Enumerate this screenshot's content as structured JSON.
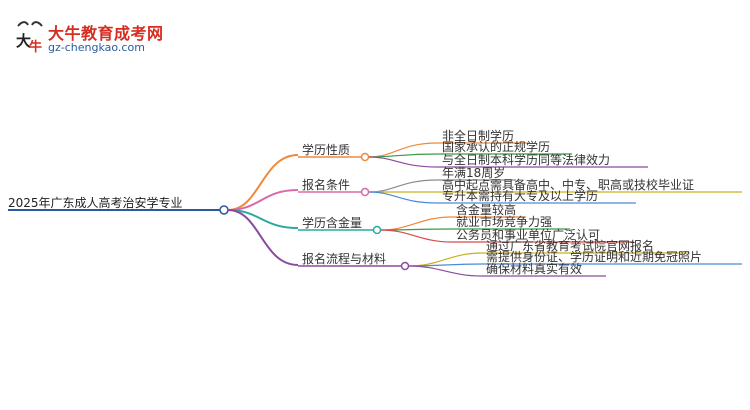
{
  "brand": {
    "name": "大牛教育成考网",
    "url": "gz-chengkao.com",
    "mark_text": "大牛"
  },
  "mindmap": {
    "root": "2025年广东成人高考治安学专业",
    "branches": [
      {
        "label": "学历性质",
        "color": "#f0883a",
        "children": [
          {
            "label": "非全日制学历",
            "color": "#f0883a"
          },
          {
            "label": "国家承认的正规学历",
            "color": "#3a9a4a"
          },
          {
            "label": "与全日制本科学历同等法律效力",
            "color": "#8a4a9e"
          }
        ]
      },
      {
        "label": "报名条件",
        "color": "#d86aa8",
        "children": [
          {
            "label": "年满18周岁",
            "color": "#8a8a8a"
          },
          {
            "label": "高中起点需具备高中、中专、职高或技校毕业证",
            "color": "#c9b21e"
          },
          {
            "label": "专升本需持有大专及以上学历",
            "color": "#4a8ad8"
          }
        ]
      },
      {
        "label": "学历含金量",
        "color": "#2ba8a0",
        "children": [
          {
            "label": "含金量较高",
            "color": "#f0883a"
          },
          {
            "label": "就业市场竞争力强",
            "color": "#3a9a4a"
          },
          {
            "label": "公务员和事业单位广泛认可",
            "color": "#d84a4a"
          }
        ]
      },
      {
        "label": "报名流程与材料",
        "color": "#8a4a9e",
        "children": [
          {
            "label": "通过广东省教育考试院官网报名",
            "color": "#c9b21e"
          },
          {
            "label": "需提供身份证、学历证明和近期免冠照片",
            "color": "#4a8ad8"
          },
          {
            "label": "确保材料真实有效",
            "color": "#8a4a9e"
          }
        ]
      }
    ]
  }
}
